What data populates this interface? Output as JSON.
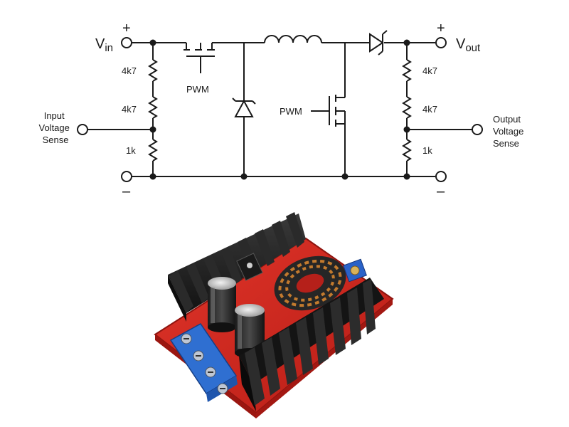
{
  "schematic": {
    "vin": {
      "main": "V",
      "sub": "in"
    },
    "vout": {
      "main": "V",
      "sub": "out"
    },
    "plus": "+",
    "minus": "–",
    "pwm_top": "PWM",
    "pwm_mid": "PWM",
    "resistors_left": [
      "4k7",
      "4k7",
      "1k"
    ],
    "resistors_right": [
      "4k7",
      "4k7",
      "1k"
    ],
    "input_sense": [
      "Input",
      "Voltage",
      "Sense"
    ],
    "output_sense": [
      "Output",
      "Voltage",
      "Sense"
    ]
  },
  "board": {
    "colors": {
      "pcb": "#d8281f",
      "heatsink": "#1d1d1d",
      "terminal": "#2f6fd1",
      "copper": "#c27a2e"
    }
  }
}
